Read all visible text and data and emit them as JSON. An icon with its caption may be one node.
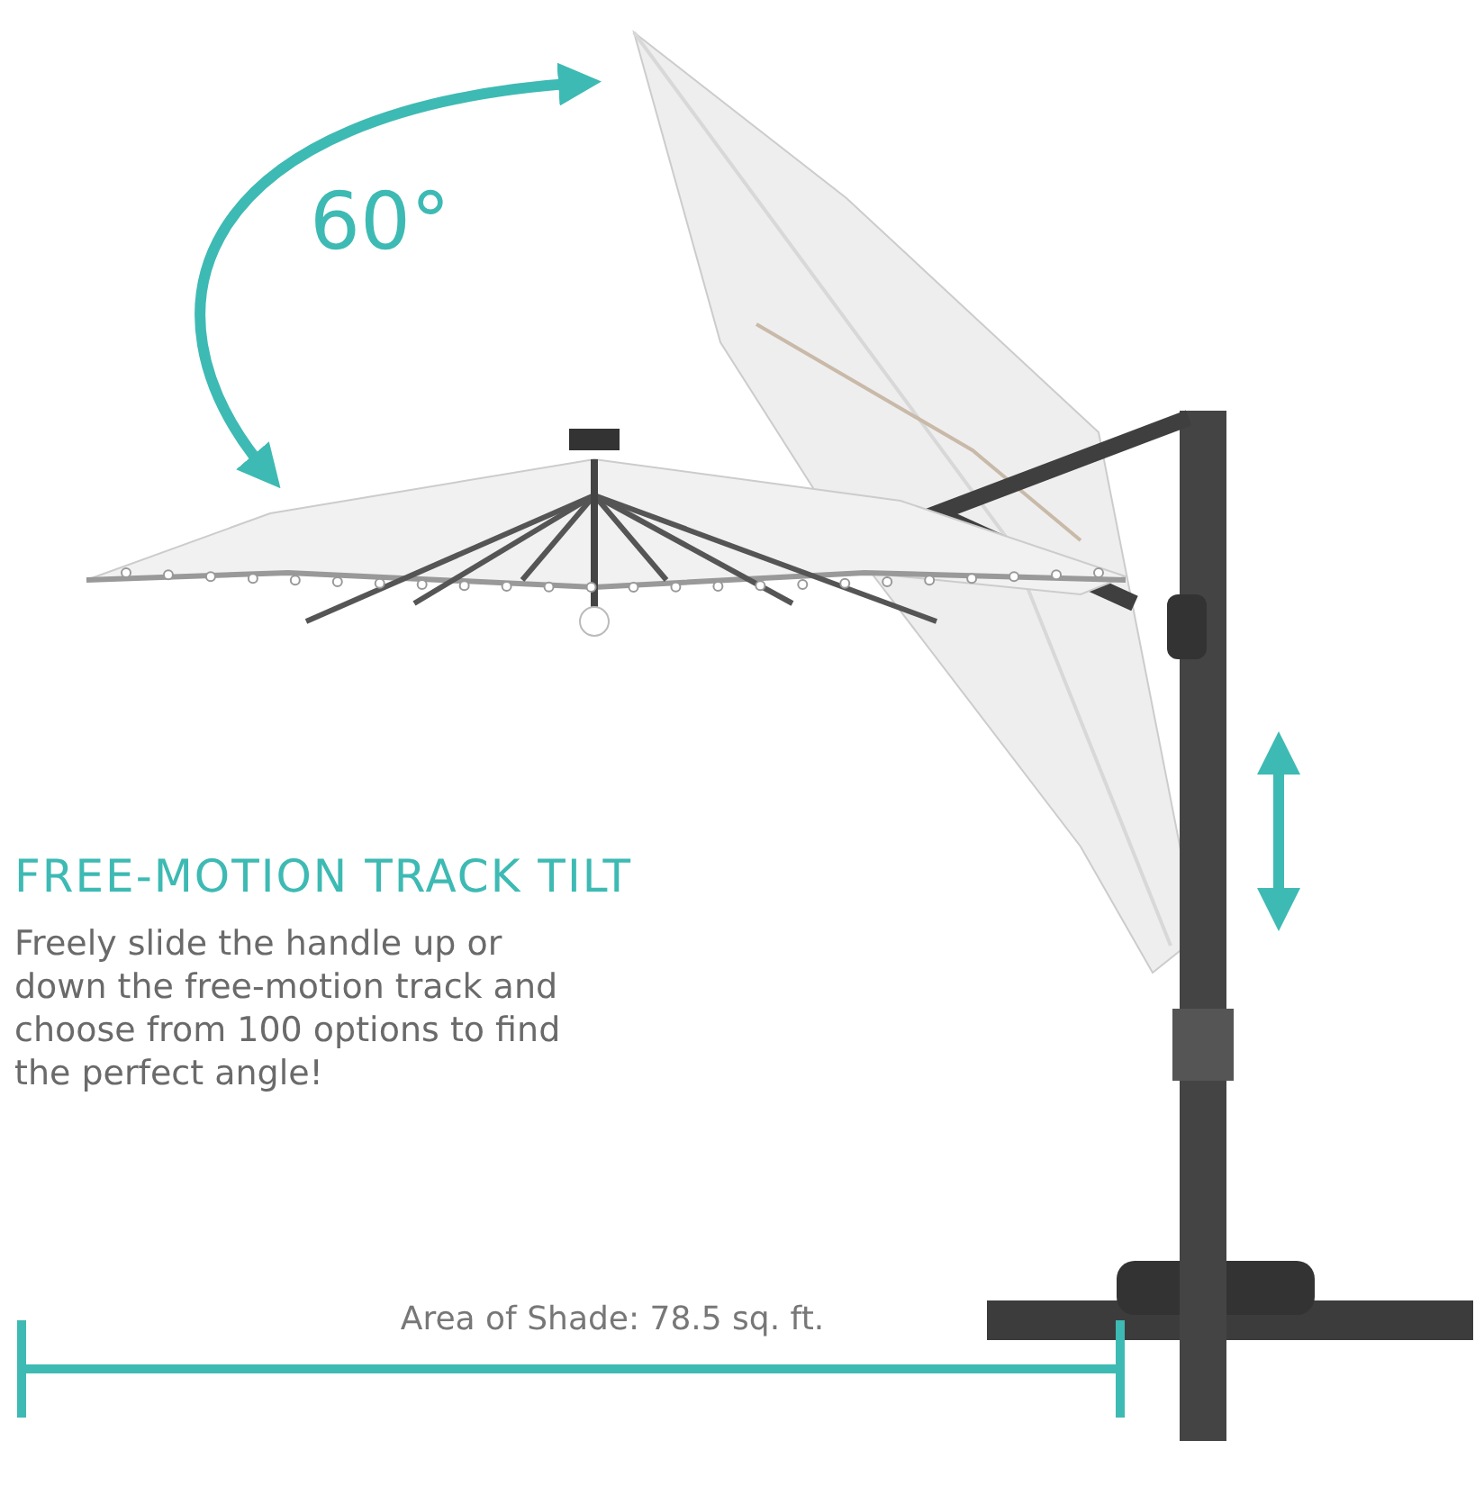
{
  "diagram": {
    "title": "FREE-MOTION TRACK TILT",
    "labels": [
      "60°",
      "Freely slide the handle up or down the free-motion track and choose from 100 options to find the perfect angle!",
      "Area of Shade: 78.5 sq. ft."
    ]
  }
}
